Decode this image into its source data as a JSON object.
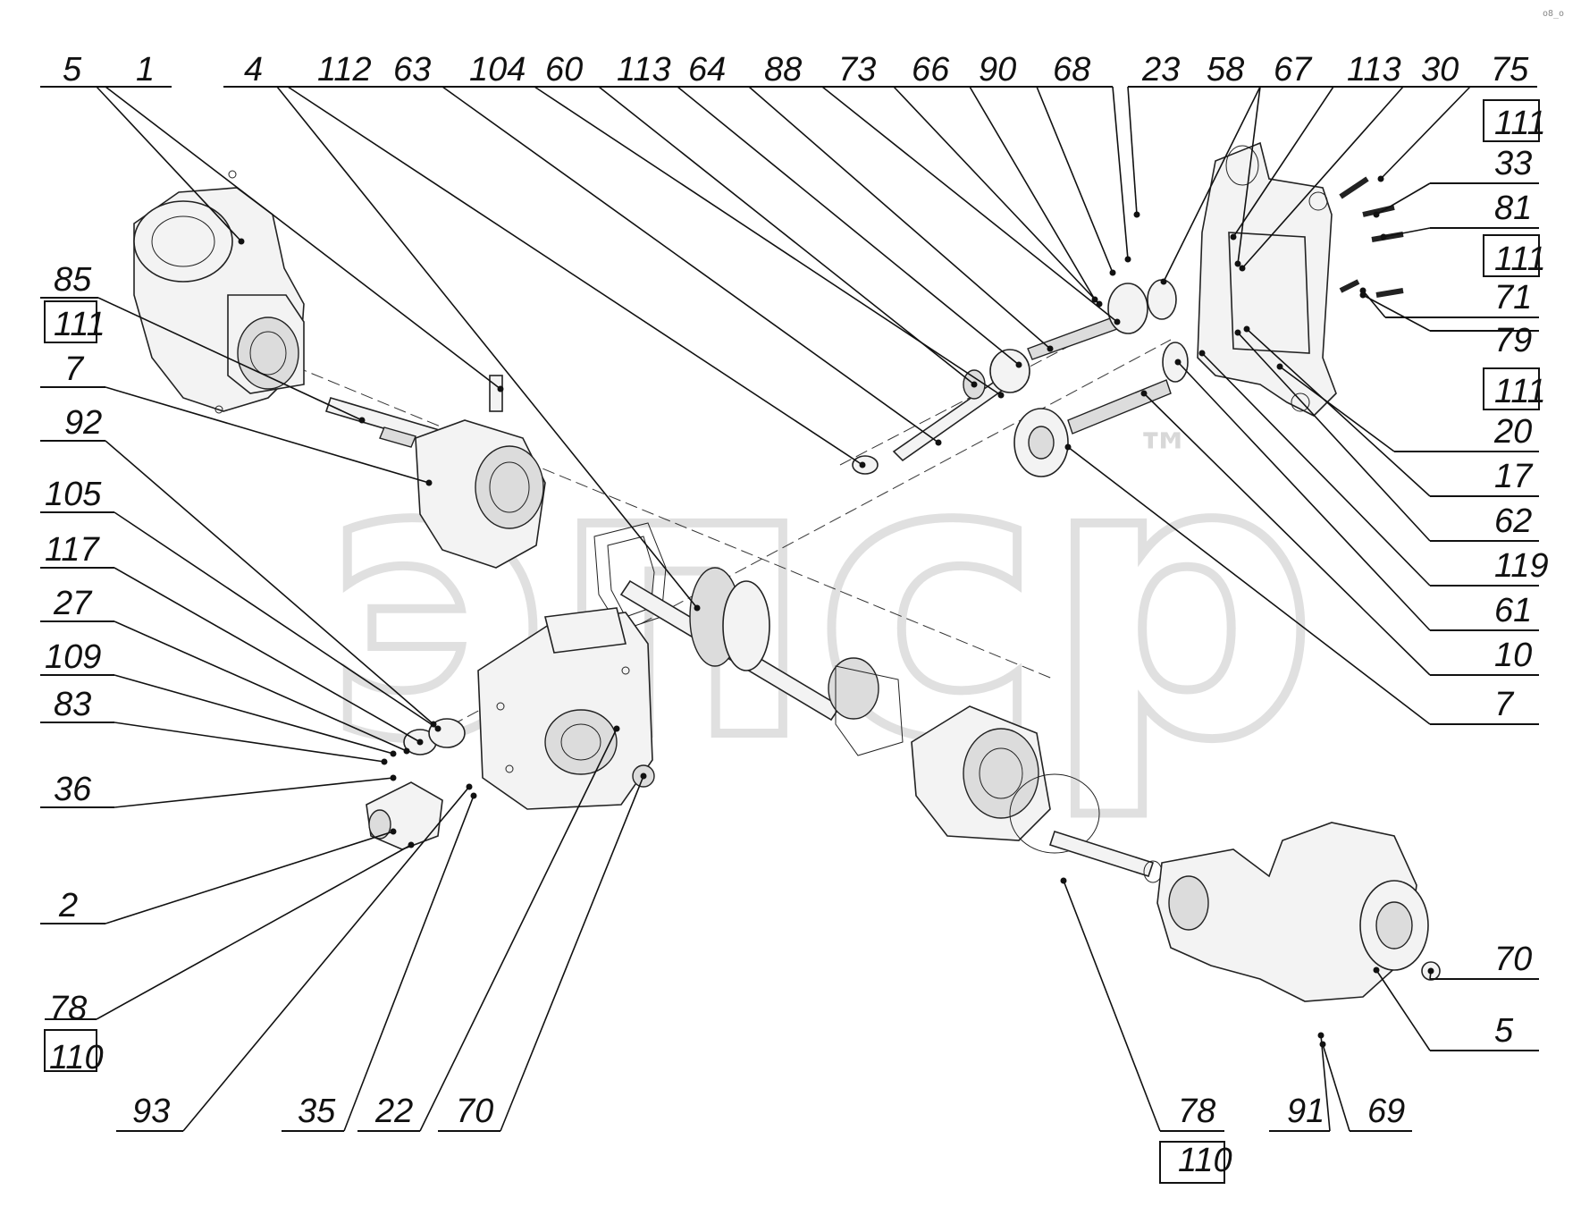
{
  "watermark": {
    "text": "эпср",
    "trademark": "™"
  },
  "corner_mark": "o8_o",
  "callouts_top": [
    "5",
    "1",
    "4",
    "112",
    "63",
    "104",
    "60",
    "113",
    "64",
    "88",
    "73",
    "66",
    "90",
    "68",
    "23",
    "58",
    "67",
    "113",
    "30",
    "75"
  ],
  "callouts_right": [
    "111",
    "33",
    "81",
    "111",
    "71",
    "79",
    "111",
    "20",
    "17",
    "62",
    "119",
    "61",
    "10",
    "7",
    "70",
    "5"
  ],
  "callouts_left": [
    "85",
    "111",
    "7",
    "92",
    "105",
    "117",
    "27",
    "109",
    "83",
    "36",
    "2",
    "78",
    "110"
  ],
  "callouts_bottom": [
    "93",
    "35",
    "22",
    "70",
    "78",
    "110",
    "91",
    "69"
  ]
}
